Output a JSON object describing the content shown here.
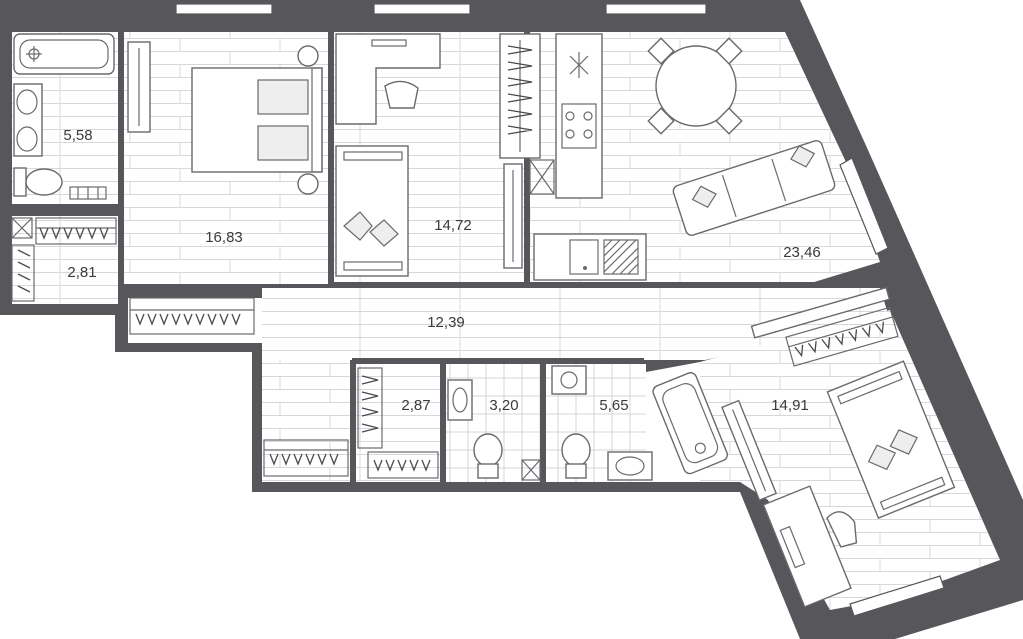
{
  "rooms": [
    {
      "id": "bathroom-1",
      "area": "5,58"
    },
    {
      "id": "bedroom-1",
      "area": "16,83"
    },
    {
      "id": "closet-1",
      "area": "2,81"
    },
    {
      "id": "bedroom-2",
      "area": "14,72"
    },
    {
      "id": "kitchen-living",
      "area": "23,46"
    },
    {
      "id": "hallway",
      "area": "12,39"
    },
    {
      "id": "closet-2",
      "area": "2,87"
    },
    {
      "id": "toilet",
      "area": "3,20"
    },
    {
      "id": "bathroom-2",
      "area": "5,65"
    },
    {
      "id": "bedroom-3",
      "area": "14,91"
    }
  ],
  "colors": {
    "wall": "#57575b",
    "floor": "#ffffff",
    "floor_line": "#d8d8d8",
    "text": "#3a3a3c"
  }
}
